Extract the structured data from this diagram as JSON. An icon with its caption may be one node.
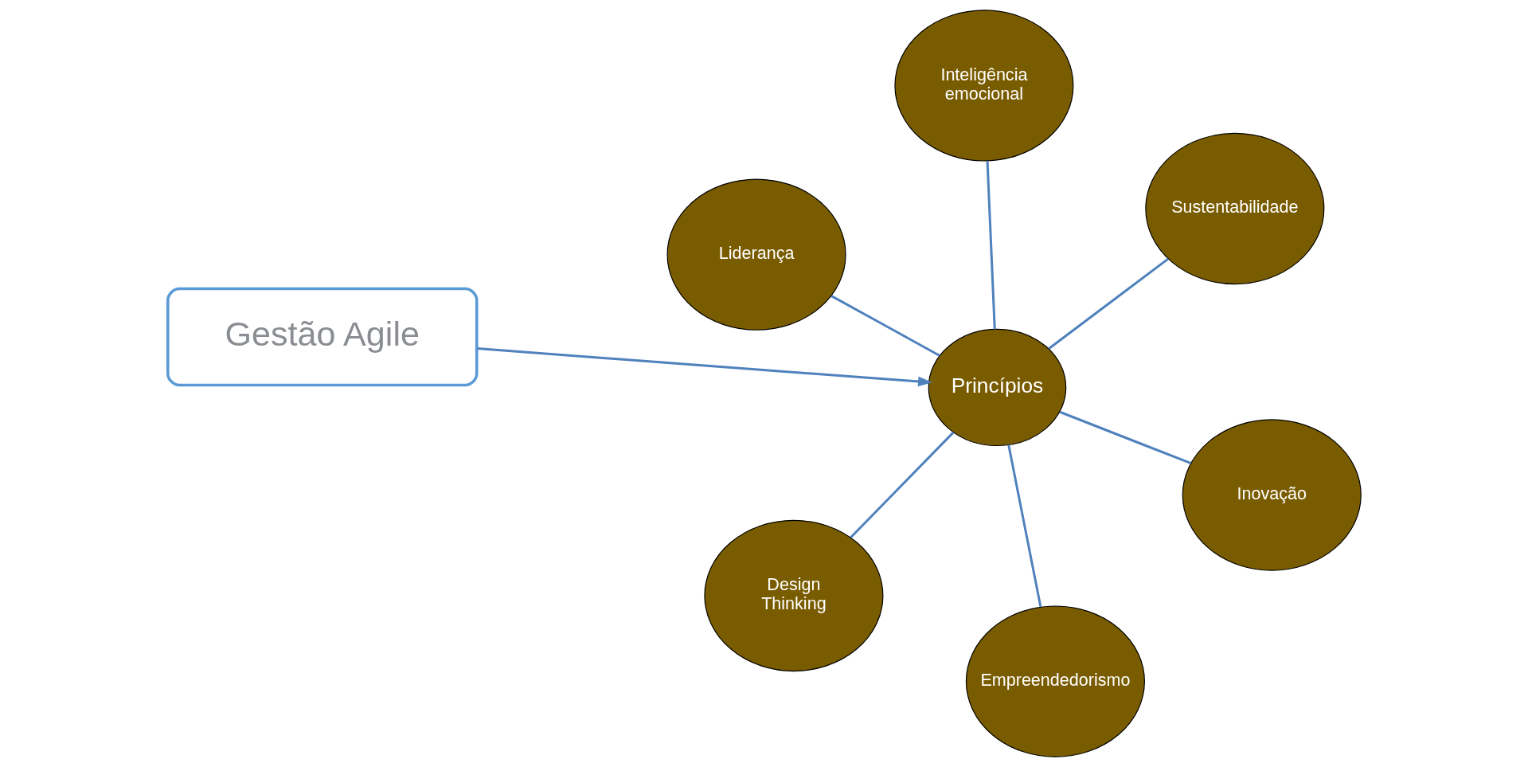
{
  "diagram": {
    "nodes": [
      {
        "text": [
          "Gestão Agile"
        ]
      },
      {
        "text": [
          "Princípios"
        ]
      },
      {
        "text": [
          "Empreendedorismo"
        ]
      },
      {
        "text": [
          "Inteligência emocional"
        ]
      },
      {
        "text": [
          "Sustentabilidade"
        ]
      },
      {
        "text": [
          "Liderança"
        ]
      },
      {
        "text": [
          "Design Thinking"
        ]
      },
      {
        "text": [
          "Inovação"
        ]
      }
    ],
    "edges": [
      {
        "from": 0,
        "to": 1,
        "arrow": "to"
      },
      {
        "from": 1,
        "to": 2,
        "arrow": "none"
      },
      {
        "from": 1,
        "to": 3,
        "arrow": "none"
      },
      {
        "from": 1,
        "to": 4,
        "arrow": "none"
      },
      {
        "from": 1,
        "to": 5,
        "arrow": "none"
      },
      {
        "from": 1,
        "to": 6,
        "arrow": "none"
      },
      {
        "from": 1,
        "to": 7,
        "arrow": "none"
      }
    ]
  }
}
